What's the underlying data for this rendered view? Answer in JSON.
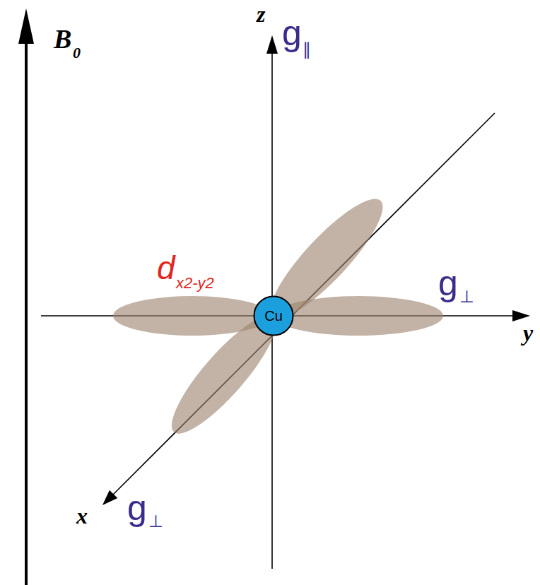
{
  "diagram": {
    "nodes": [
      {
        "text": [
          "Cu"
        ]
      }
    ],
    "labels": [
      "B",
      "0",
      "z",
      "g",
      "∥",
      "y",
      "g",
      "⊥",
      "x",
      "g",
      "⊥",
      "d",
      "x2-y2"
    ]
  }
}
